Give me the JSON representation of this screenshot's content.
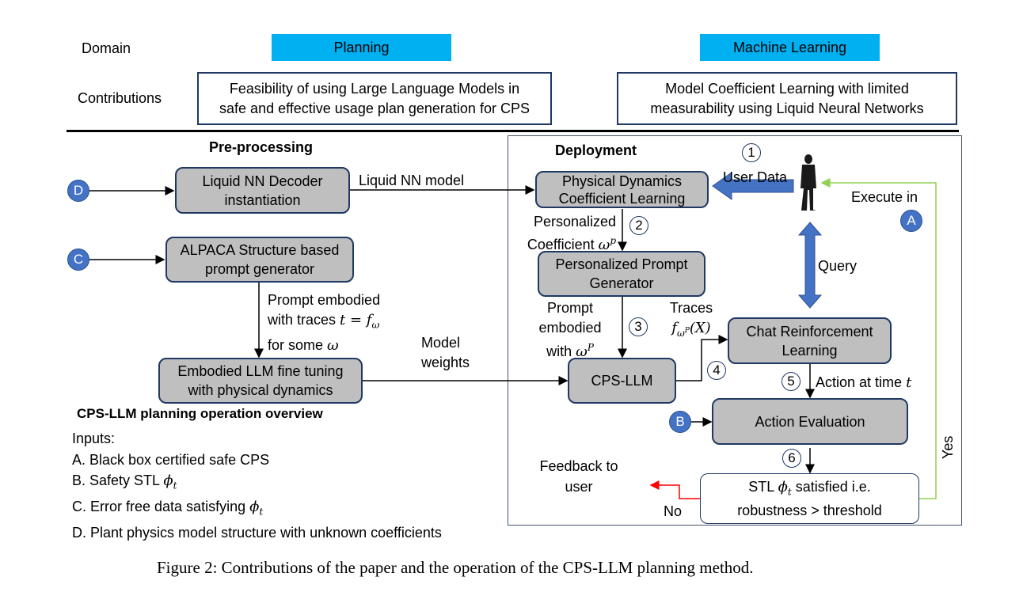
{
  "header": {
    "domain_label": "Domain",
    "contributions_label": "Contributions",
    "domains": [
      {
        "label": "Planning",
        "color": "#00b0f0"
      },
      {
        "label": "Machine Learning",
        "color": "#00b0f0"
      }
    ],
    "contributions": [
      {
        "line1": "Feasibility of using Large Language Models in",
        "line2": "safe and effective usage plan generation for CPS"
      },
      {
        "line1": "Model Coefficient Learning with limited",
        "line2": "measurability using Liquid Neural Networks"
      }
    ]
  },
  "preprocessing": {
    "title": "Pre-processing",
    "boxes": {
      "liquid_nn": {
        "line1": "Liquid NN Decoder",
        "line2": "instantiation"
      },
      "alpaca": {
        "line1": "ALPACA Structure based",
        "line2": "prompt generator"
      },
      "embodied": {
        "line1": "Embodied LLM fine tuning",
        "line2": "with physical dynamics"
      }
    },
    "edge_labels": {
      "liquid_nn_model": "Liquid NN model",
      "prompt_line1": "Prompt embodied",
      "prompt_line2": "with traces",
      "prompt_math": "t = f",
      "prompt_math_sub": "ω",
      "prompt_line3": "for some",
      "prompt_line3_math": "ω",
      "model_weights_line1": "Model",
      "model_weights_line2": "weights"
    }
  },
  "overview": {
    "title": "CPS-LLM planning operation overview",
    "inputs_label": "Inputs:",
    "inputs": [
      {
        "text": "A. Black box certified safe CPS",
        "math": ""
      },
      {
        "text": "B. Safety STL ",
        "math": "ϕ",
        "sub": "t"
      },
      {
        "text": "C. Error free data satisfying ",
        "math": "ϕ",
        "sub": "t"
      },
      {
        "text": "D. Plant physics model structure with unknown coefficients",
        "math": ""
      }
    ]
  },
  "deployment": {
    "title": "Deployment",
    "boxes": {
      "physical": {
        "line1": "Physical Dynamics",
        "line2": "Coefficient Learning"
      },
      "prompt_gen": {
        "line1": "Personalized Prompt",
        "line2": "Generator"
      },
      "cps_llm": {
        "line1": "CPS-LLM"
      },
      "chat_rl": {
        "line1": "Chat Reinforcement",
        "line2": "Learning"
      },
      "action_eval": {
        "line1": "Action Evaluation"
      },
      "stl_check": {
        "line1_pre": "STL ",
        "line1_math": "ϕ",
        "line1_sub": "t",
        "line1_post": " satisfied i.e.",
        "line2": "robustness > threshold"
      }
    },
    "edge_labels": {
      "user_data": "User Data",
      "personalized_line1": "Personalized",
      "personalized_line2": "Coefficient",
      "personalized_math": "ω",
      "personalized_sup": "p",
      "prompt_line1": "Prompt",
      "prompt_line2": "embodied",
      "prompt_line3": "with",
      "prompt_math": "ω",
      "prompt_sup": "P",
      "traces_line1": "Traces",
      "traces_math": "f",
      "traces_sub": "ω",
      "traces_subsup": "P",
      "traces_arg": "(X)",
      "query": "Query",
      "execute_in": "Execute in",
      "action_at_time": "Action at time",
      "action_math": "t",
      "feedback_line1": "Feedback to",
      "feedback_line2": "user",
      "no": "No",
      "yes": "Yes"
    },
    "steps": [
      "1",
      "2",
      "3",
      "4",
      "5",
      "6"
    ],
    "input_markers": {
      "A": "A",
      "B": "B",
      "C": "C",
      "D": "D"
    },
    "colors": {
      "box_fill": "#bfbfbf",
      "box_border": "#1f3864",
      "arrow_blue": "#4472c4",
      "yes_path": "#92d050",
      "no_path": "#ff0000"
    }
  },
  "caption": "Figure 2: Contributions of the paper and the operation of the CPS-LLM planning method."
}
